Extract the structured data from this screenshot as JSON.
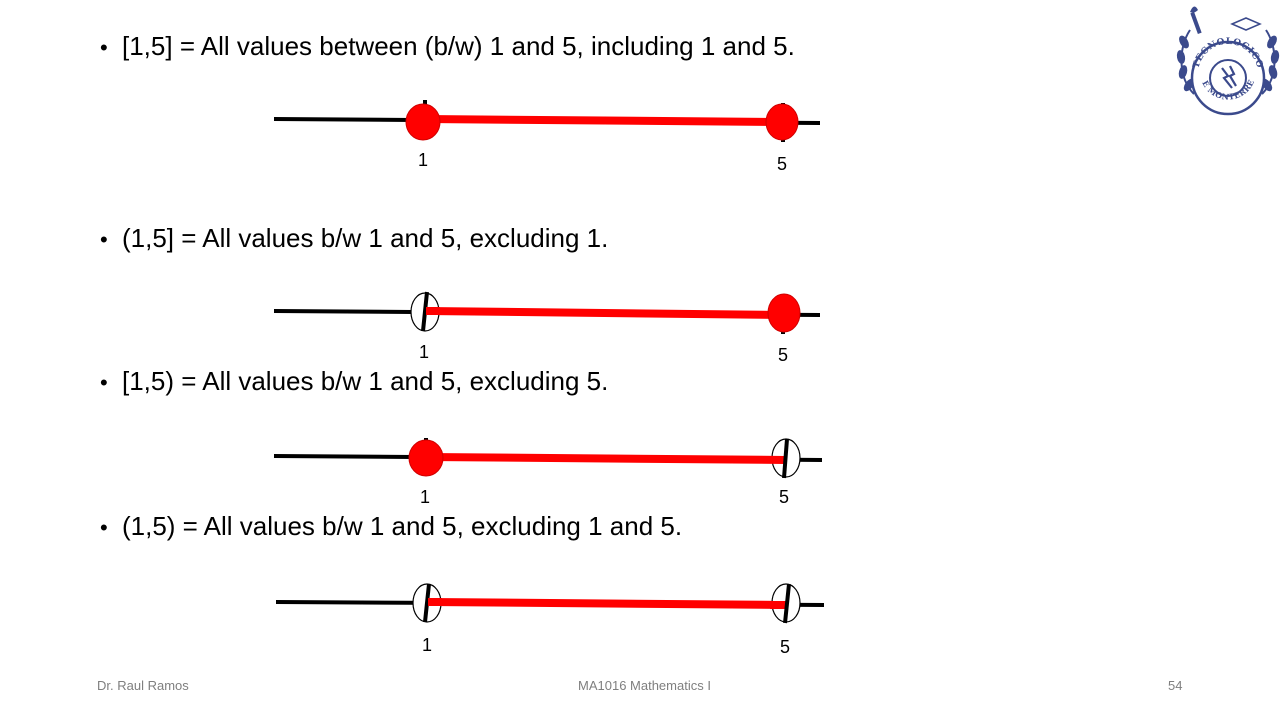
{
  "slide": {
    "bullets": [
      "[1,5] = All values between (b/w) 1 and 5, including 1 and 5.",
      "(1,5] = All values b/w 1 and 5, excluding 1.",
      "[1,5) = All values b/w 1 and 5, excluding 5.",
      "(1,5) = All values b/w 1 and 5, excluding 1 and 5."
    ],
    "bullet_glyph": "•",
    "number_lines": [
      {
        "left_label": "1",
        "right_label": "5",
        "left_closed": true,
        "right_closed": true
      },
      {
        "left_label": "1",
        "right_label": "5",
        "left_closed": false,
        "right_closed": true
      },
      {
        "left_label": "1",
        "right_label": "5",
        "left_closed": true,
        "right_closed": false
      },
      {
        "left_label": "1",
        "right_label": "5",
        "left_closed": false,
        "right_closed": false
      }
    ]
  },
  "logo": {
    "icon": "tec-de-monterrey-seal-icon",
    "text_top": "TECNOLOGICO",
    "text_bottom": "DE MONTERREY",
    "color": "#3b4a8c"
  },
  "footer": {
    "author": "Dr. Raul Ramos",
    "course": "MA1016 Mathematics I",
    "page": "54"
  },
  "colors": {
    "interval": "#ff0000",
    "line": "#000000",
    "footer": "#7f7f7f"
  }
}
